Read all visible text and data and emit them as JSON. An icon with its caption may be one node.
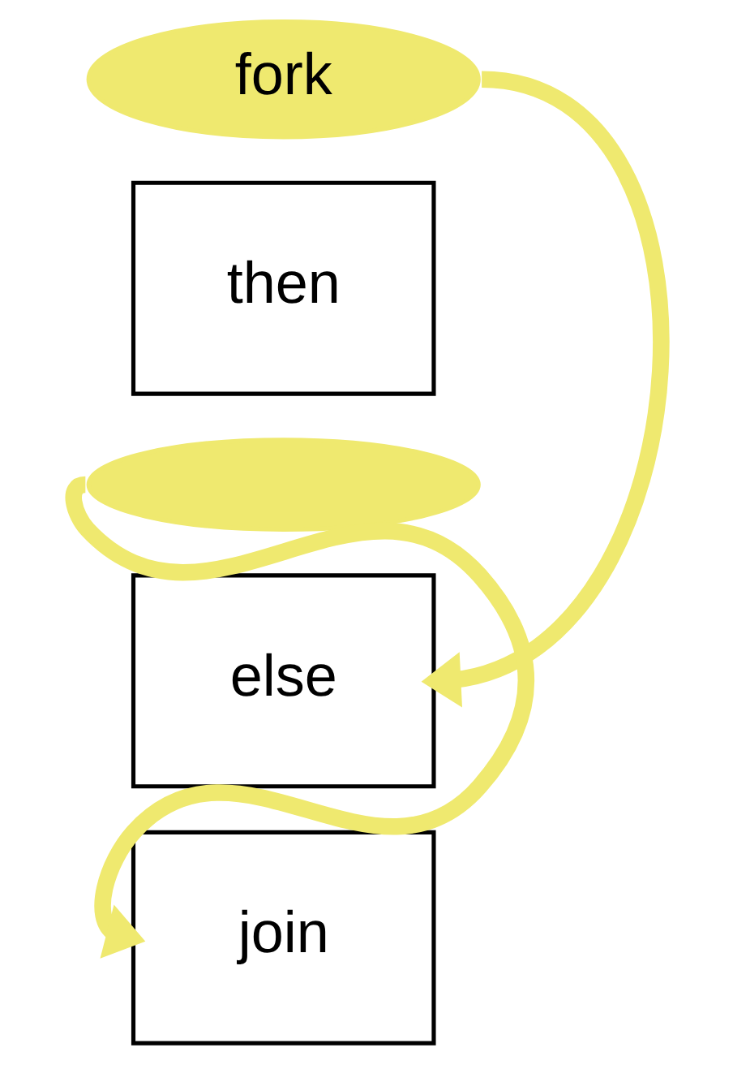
{
  "diagram": {
    "nodes": [
      {
        "text": [
          "fork"
        ]
      },
      {
        "text": [
          "then"
        ]
      },
      {
        "text": [
          "else"
        ]
      },
      {
        "text": [
          "join"
        ]
      },
      {
        "text": [],
        "shape": "ellipse"
      }
    ],
    "edges": [
      {
        "from": 0,
        "to": 2,
        "arrow": "to",
        "color": "#efe96f"
      },
      {
        "from": 4,
        "to": 3,
        "arrow": "to",
        "color": "#efe96f"
      }
    ]
  }
}
